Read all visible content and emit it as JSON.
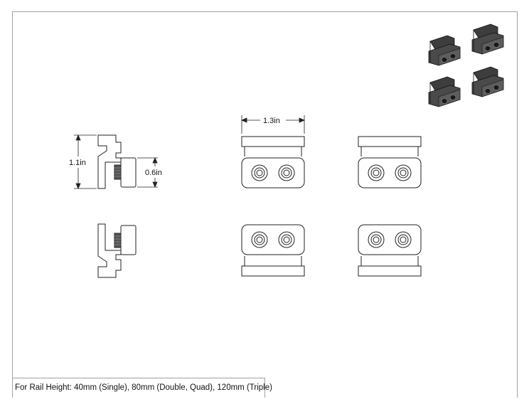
{
  "dimensions": {
    "width_label": "1.3in",
    "height_label": "1.1in",
    "depth_label": "0.6in"
  },
  "note": "For Rail Height: 40mm (Single), 80mm (Double, Quad), 120mm (Triple)",
  "colors": {
    "line": "#222222",
    "part_fill": "#3d3d3d",
    "part_highlight": "#6a6a6a",
    "frame": "#a0a0a0"
  }
}
